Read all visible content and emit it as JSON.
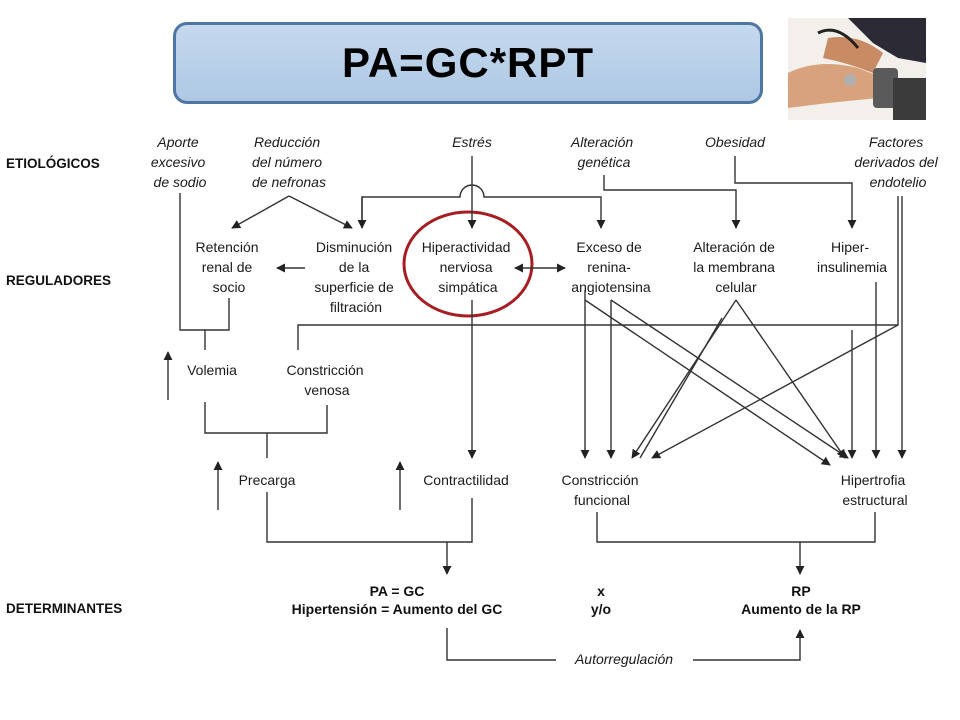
{
  "title": "PA=GC*RPT",
  "sections": {
    "etiologicos": "ETIOLÓGICOS",
    "reguladores": "REGULADORES",
    "determinantes": "DETERMINANTES"
  },
  "etiologic": {
    "aporte": [
      "Aporte",
      "excesivo",
      "de sodio"
    ],
    "reduccion": [
      "Reducción",
      "del número",
      "de nefronas"
    ],
    "estres": [
      "Estrés"
    ],
    "alteracion_genetica": [
      "Alteración",
      "genética"
    ],
    "obesidad": [
      "Obesidad"
    ],
    "factores": [
      "Factores",
      "derivados del",
      "endotelio"
    ]
  },
  "regulators": {
    "retencion": [
      "Retención",
      "renal de",
      "socio"
    ],
    "disminucion": [
      "Disminución",
      "de la",
      "superficie de",
      "filtración"
    ],
    "hiperactividad": [
      "Hiperactividad",
      "nerviosa",
      "simpática"
    ],
    "exceso": [
      "Exceso de",
      "renina-",
      "angiotensina"
    ],
    "alteracion_membrana": [
      "Alteración de",
      "la membrana",
      "celular"
    ],
    "hiperinsulinemia": [
      "Hiper-",
      "insulinemia"
    ]
  },
  "intermediate": {
    "volemia": [
      "Volemia"
    ],
    "constriccion_venosa": [
      "Constricción",
      "venosa"
    ],
    "precarga": [
      "Precarga"
    ],
    "contractilidad": [
      "Contractilidad"
    ],
    "constriccion_funcional": [
      "Constricción",
      "funcional"
    ],
    "hipertrofia": [
      "Hipertrofia",
      "estructural"
    ]
  },
  "determinants": {
    "pa_gc": "PA = GC",
    "x": "x",
    "rp": "RP",
    "hipertension": "Hipertensión = Aumento del GC",
    "yo": "y/o",
    "aumento_rp": "Aumento de la RP",
    "autorregulacion": "Autorregulación"
  },
  "colors": {
    "title_fill": "#b8cfe8",
    "title_border": "#4f76a3",
    "highlight_circle": "#a81d22"
  }
}
